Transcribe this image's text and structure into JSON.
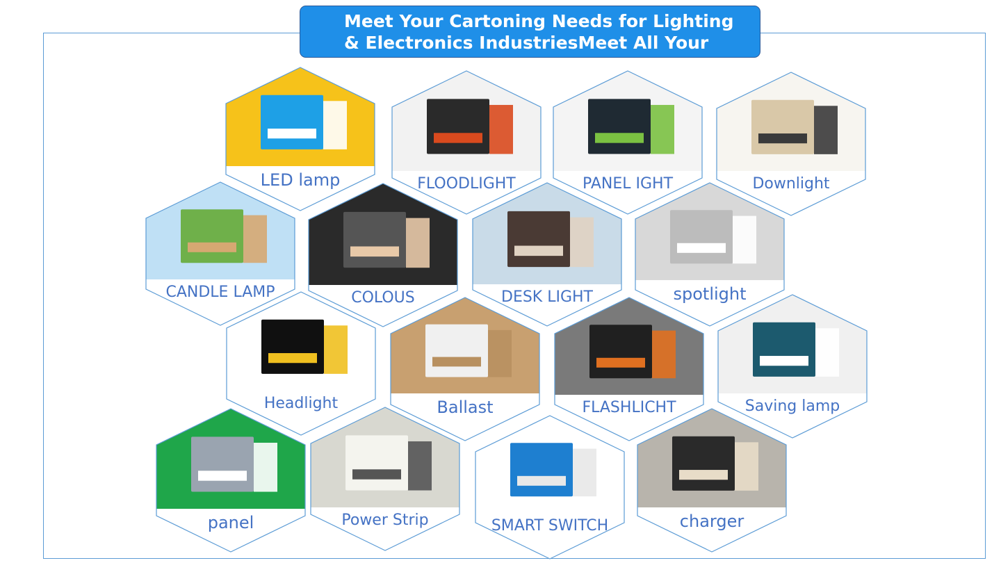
{
  "banner": {
    "title": "Meet Your Cartoning Needs for Lighting & Electronics IndustriesMeet All Your Cosmetic"
  },
  "colors": {
    "banner_bg": "#1f8fe8",
    "frame_border": "#5b9bd5",
    "hex_border": "#5b9bd5",
    "label_text": "#4472c4"
  },
  "products": [
    {
      "label": "LED lamp",
      "photo": "led-bulb-boxes",
      "palette": [
        "#f6c21a",
        "#1ea0e6",
        "#ffffff"
      ]
    },
    {
      "label": "FLOODLIGHT",
      "photo": "floodlight-box",
      "palette": [
        "#f2f2f2",
        "#2a2a2a",
        "#d94a1e"
      ]
    },
    {
      "label": "PANEL IGHT",
      "photo": "panel-light-box",
      "palette": [
        "#f4f4f4",
        "#1f2a33",
        "#7bc142"
      ]
    },
    {
      "label": "Downlight",
      "photo": "downlight-boxes",
      "palette": [
        "#f7f5f0",
        "#d9c8a8",
        "#3a3a3a"
      ]
    },
    {
      "label": "CANDLE LAMP",
      "photo": "candle-lamp-boxes",
      "palette": [
        "#bfe0f5",
        "#6fb04a",
        "#d6a872"
      ]
    },
    {
      "label": "COLOUS",
      "photo": "colous-lamp",
      "palette": [
        "#2a2a2a",
        "#555555",
        "#e8c9a8"
      ]
    },
    {
      "label": "DESK LIGHT",
      "photo": "desk-light-box",
      "palette": [
        "#c9dbe8",
        "#4a3a34",
        "#e0d2c2"
      ]
    },
    {
      "label": "spotlight",
      "photo": "spotlight-box",
      "palette": [
        "#d8d8d8",
        "#bcbcbc",
        "#ffffff"
      ]
    },
    {
      "label": "Headlight",
      "photo": "headlight-boxes",
      "palette": [
        "#ffffff",
        "#101010",
        "#f0c020"
      ]
    },
    {
      "label": "Ballast",
      "photo": "ballast-drivers",
      "palette": [
        "#c8a070",
        "#f0f0f0",
        "#b89060"
      ]
    },
    {
      "label": "FLASHLICHT",
      "photo": "flashlight-box",
      "palette": [
        "#7a7a7a",
        "#202020",
        "#e07020"
      ]
    },
    {
      "label": "Saving lamp",
      "photo": "saving-lamp-box",
      "palette": [
        "#f0f0f0",
        "#1c5a6e",
        "#ffffff"
      ]
    },
    {
      "label": "panel",
      "photo": "switch-panels",
      "palette": [
        "#1fa64a",
        "#9aa4b0",
        "#ffffff"
      ]
    },
    {
      "label": "Power Strip",
      "photo": "power-strips",
      "palette": [
        "#d8d8d0",
        "#f4f4ee",
        "#555555"
      ]
    },
    {
      "label": "SMART SWITCH",
      "photo": "smart-switch-box",
      "palette": [
        "#ffffff",
        "#1e7fd0",
        "#e8e8e8"
      ]
    },
    {
      "label": "charger",
      "photo": "charger-packs",
      "palette": [
        "#b8b4ac",
        "#2a2a2a",
        "#e8dcc8"
      ]
    }
  ]
}
